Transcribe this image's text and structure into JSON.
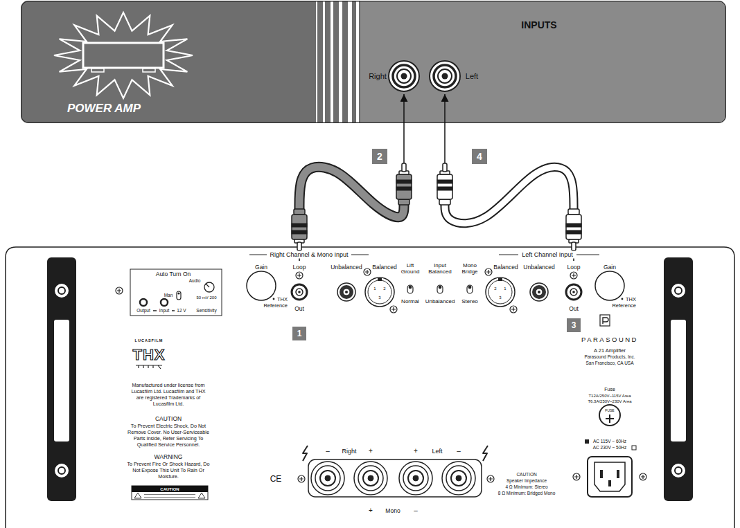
{
  "diagram": {
    "nodes": [
      {
        "text": [
          "POWER AMP",
          "INPUTS"
        ]
      },
      {
        "text": [
          "Right"
        ],
        "in": 0
      },
      {
        "text": [
          "Left"
        ],
        "in": 0
      },
      {
        "text": [
          "PARASOUND",
          "A 21 Amplifier",
          "Parasound Products, Inc.",
          "San Francisco, CA USA"
        ]
      },
      {
        "text": [
          "Loop",
          "Out"
        ],
        "in": 3
      },
      {
        "text": [
          "Loop",
          "Out"
        ],
        "in": 3
      }
    ],
    "edges": [
      {
        "from": 4,
        "to": 1,
        "arrow": "to"
      },
      {
        "from": 5,
        "to": 2,
        "arrow": "to"
      }
    ],
    "labels": [
      "2",
      "4",
      "Right Channel & Mono Input",
      "Left Channel Input",
      "Gain",
      "THX Reference",
      "Unbalanced",
      "Balanced",
      "1",
      "2",
      "3",
      "Lift Ground",
      "Normal",
      "Input Balanced",
      "Unbalanced",
      "Mono Bridge",
      "Stereo",
      "Balanced",
      "2",
      "1",
      "3",
      "Unbalanced",
      "Gain",
      "THX Reference",
      "1",
      "3",
      "Auto Turn On",
      "Audio",
      "Man",
      "50 mV 200",
      "Output",
      "Input",
      "12 V",
      "Sensitivity",
      "LUCASFILM",
      "THX",
      "Manufactured under license from Lucasfilm Ltd. Lucasfilm and THX are registered Trademarks of Lucasfilm Ltd.",
      "CAUTION",
      "To Prevent Electric Shock, Do Not Remove Cover. No User-Serviceable Parts Inside, Refer Servicing To Qualified Service Personnel.",
      "WARNING",
      "To Prevent Fire Or Shock Hazard, Do Not Expose This Unit To Rain Or Moisture.",
      "CAUTION",
      "–",
      "Right",
      "+",
      "+",
      "Left",
      "–",
      "+",
      "Mono",
      "–",
      "CE",
      "CAUTION",
      "Speaker Impedance",
      "4 Ω Minimum: Stereo",
      "8 Ω Minimum: Bridged Mono",
      "Fuse",
      "T12A/250V~115V Area",
      "T6.3A/250V~230V Area",
      "FUSE",
      "AC 115V ~ 60Hz",
      "AC 230V ~ 50Hz"
    ]
  }
}
